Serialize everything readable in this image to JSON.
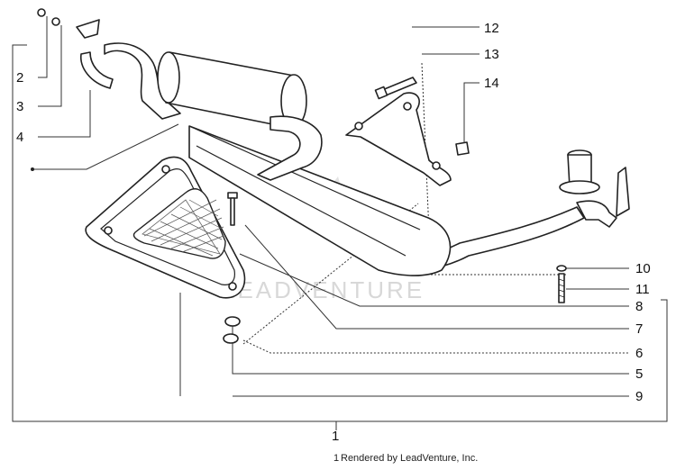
{
  "diagram": {
    "callouts": [
      {
        "id": "c2",
        "label": "2"
      },
      {
        "id": "c3",
        "label": "3"
      },
      {
        "id": "c4",
        "label": "4"
      },
      {
        "id": "c12",
        "label": "12"
      },
      {
        "id": "c13",
        "label": "13"
      },
      {
        "id": "c14",
        "label": "14"
      },
      {
        "id": "c10",
        "label": "10"
      },
      {
        "id": "c11",
        "label": "11"
      },
      {
        "id": "c8",
        "label": "8"
      },
      {
        "id": "c7",
        "label": "7"
      },
      {
        "id": "c6",
        "label": "6"
      },
      {
        "id": "c5",
        "label": "5"
      },
      {
        "id": "c9",
        "label": "9"
      },
      {
        "id": "c1",
        "label": "1"
      }
    ],
    "watermark": "LEADVENTURE",
    "footer": "Rendered by LeadVenture, Inc.",
    "footer_mark": "1"
  }
}
